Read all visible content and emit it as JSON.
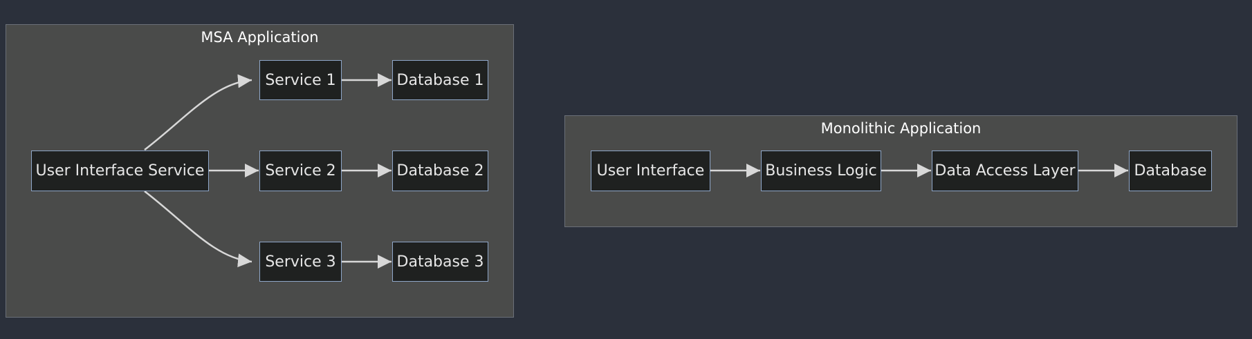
{
  "diagram": {
    "msa": {
      "title": "MSA Application",
      "nodes": {
        "ui": "User Interface Service",
        "service1": "Service 1",
        "service2": "Service 2",
        "service3": "Service 3",
        "database1": "Database 1",
        "database2": "Database 2",
        "database3": "Database 3"
      },
      "edges": [
        [
          "User Interface Service",
          "Service 1"
        ],
        [
          "User Interface Service",
          "Service 2"
        ],
        [
          "User Interface Service",
          "Service 3"
        ],
        [
          "Service 1",
          "Database 1"
        ],
        [
          "Service 2",
          "Database 2"
        ],
        [
          "Service 3",
          "Database 3"
        ]
      ]
    },
    "monolithic": {
      "title": "Monolithic Application",
      "nodes": {
        "ui": "User Interface",
        "business_logic": "Business Logic",
        "data_access": "Data Access Layer",
        "database": "Database"
      },
      "edges": [
        [
          "User Interface",
          "Business Logic"
        ],
        [
          "Business Logic",
          "Data Access Layer"
        ],
        [
          "Data Access Layer",
          "Database"
        ]
      ]
    },
    "colors": {
      "background": "#2b303b",
      "cluster_fill": "#4a4b4a",
      "node_fill": "#1f2120",
      "node_border": "#8fa7c9",
      "edge": "#d8d8d8",
      "text": "#e6e6e6"
    }
  }
}
